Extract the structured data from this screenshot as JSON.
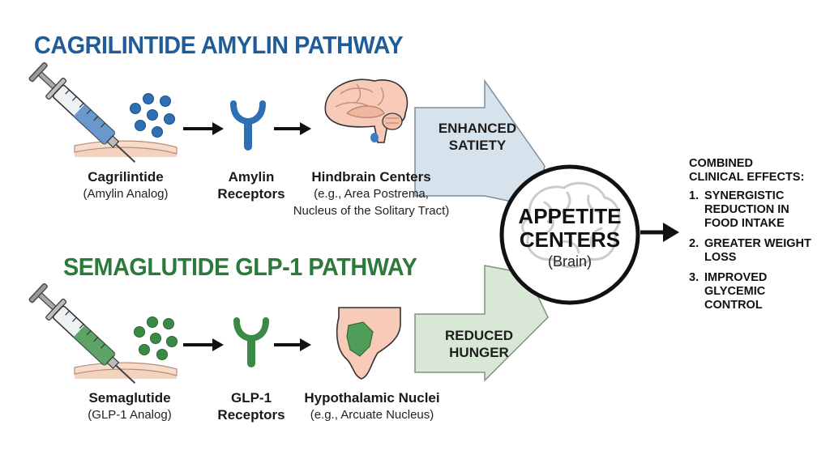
{
  "amylin": {
    "title": "CAGRILINTIDE AMYLIN PATHWAY",
    "drug": {
      "name": "Cagrilintide",
      "note": "(Amylin Analog)"
    },
    "receptor": {
      "line1": "Amylin",
      "line2": "Receptors"
    },
    "target": {
      "name": "Hindbrain Centers",
      "note1": "(e.g., Area Postrema,",
      "note2": "Nucleus of the Solitary Tract)"
    },
    "flow": {
      "line1": "ENHANCED",
      "line2": "SATIETY"
    }
  },
  "glp1": {
    "title": "SEMAGLUTIDE GLP-1 PATHWAY",
    "drug": {
      "name": "Semaglutide",
      "note": "(GLP-1 Analog)"
    },
    "receptor": {
      "line1": "GLP-1",
      "line2": "Receptors"
    },
    "target": {
      "name": "Hypothalamic Nuclei",
      "note1": "(e.g., Arcuate Nucleus)"
    },
    "flow": {
      "line1": "REDUCED",
      "line2": "HUNGER"
    }
  },
  "center": {
    "line1": "APPETITE",
    "line2": "CENTERS",
    "sub": "(Brain)"
  },
  "effects": {
    "heading1": "COMBINED",
    "heading2": "CLINICAL EFFECTS:",
    "items": [
      {
        "num": "1.",
        "text": "SYNERGISTIC REDUCTION IN FOOD INTAKE"
      },
      {
        "num": "2.",
        "text": "GREATER WEIGHT LOSS"
      },
      {
        "num": "3.",
        "text": "IMPROVED GLYCEMIC CONTROL"
      }
    ]
  },
  "colors": {
    "amylin_blue": "#1f5d9a",
    "glp1_green": "#2b7a3c",
    "flow_blue": "#d6e2ec",
    "flow_green": "#d9e7d6",
    "skin": "#f6dccb"
  },
  "icons": [
    "syringe-icon",
    "molecule-dots-icon",
    "receptor-icon",
    "brain-sagittal-icon",
    "hypothalamus-icon",
    "brain-icon",
    "arrow-right-icon"
  ]
}
